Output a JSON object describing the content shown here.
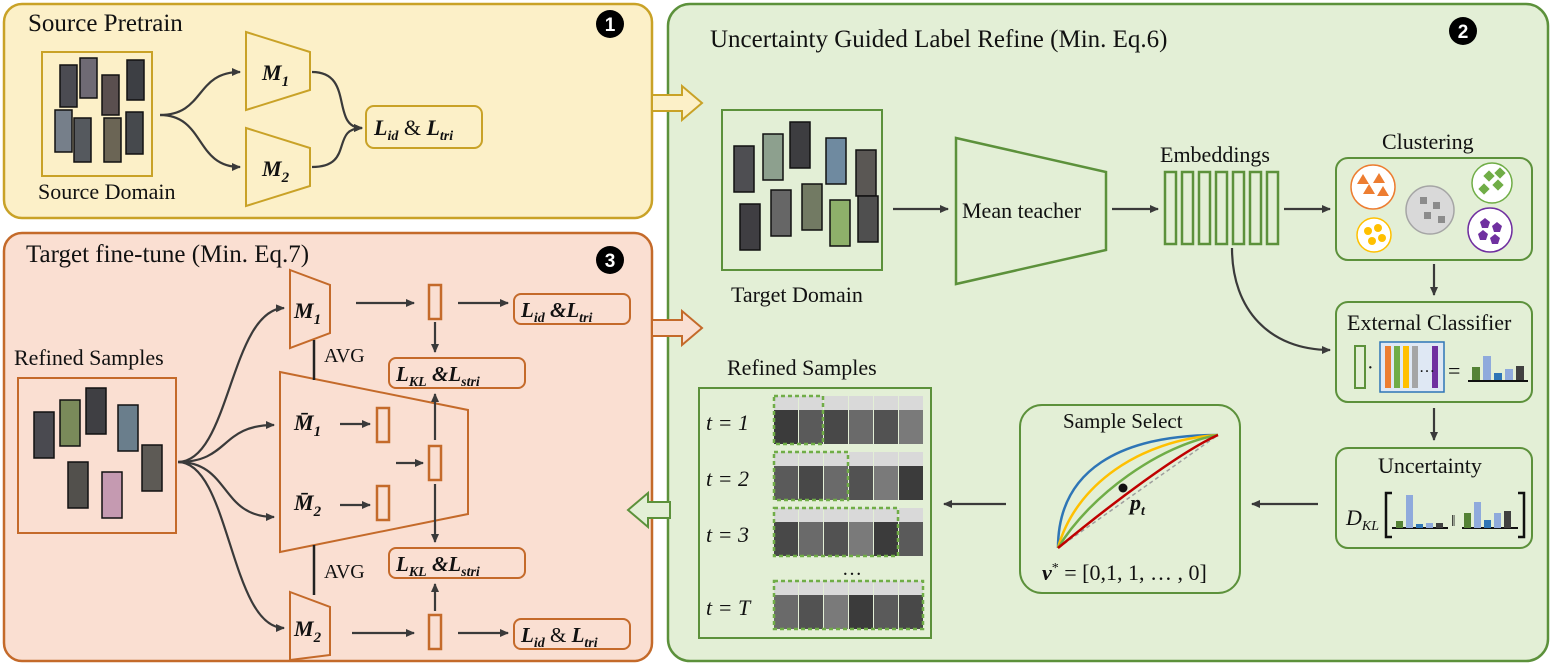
{
  "colors": {
    "stage1_fill": "#fcf0c8",
    "stage1_stroke": "#c9a227",
    "stage2_fill": "#e3efd6",
    "stage2_stroke": "#5c913b",
    "stage3_fill": "#fadfd2",
    "stage3_stroke": "#c46a2a",
    "bar_colors": [
      "#ed7d31",
      "#70ad47",
      "#ffc000",
      "#a5a5a5",
      "#7030a0"
    ],
    "dist_colors": [
      "#548235",
      "#8faadc",
      "#2e75b6",
      "#404040"
    ]
  },
  "stage1": {
    "title": "Source Pretrain",
    "badge": "1",
    "domain_label": "Source Domain",
    "model1": "M",
    "model1_sub": "1",
    "model2": "M",
    "model2_sub": "2",
    "loss_L1": "L",
    "loss_id": "id",
    "loss_amp": "&",
    "loss_L2": "L",
    "loss_tri": "tri"
  },
  "stage2": {
    "title": "Uncertainty Guided Label Refine (Min. Eq.6)",
    "badge": "2",
    "target_domain": "Target Domain",
    "mean_teacher": "Mean teacher",
    "embeddings": "Embeddings",
    "clustering": "Clustering",
    "external_classifier": "External Classifier",
    "uncertainty": "Uncertainty",
    "dkl_D": "D",
    "dkl_sub": "KL",
    "sample_select": "Sample Select",
    "pt_p": "p",
    "pt_sub": "t",
    "vstar": "v",
    "vstar_sup": "*",
    "vstar_value": "= [0,1, 1, … , 0]",
    "refined_samples": "Refined Samples",
    "rows": [
      "t = 1",
      "t = 2",
      "t = 3",
      "t = T"
    ],
    "dots": "…",
    "classifier_dots": "…",
    "equals": "=",
    "dot_op": "·",
    "parallel": "‖"
  },
  "stage3": {
    "title": "Target fine-tune (Min. Eq.7)",
    "badge": "3",
    "refined_samples": "Refined Samples",
    "m1": "M",
    "m1_sub": "1",
    "m2": "M",
    "m2_sub": "2",
    "mbar1": "M̄",
    "mbar1_sub": "1",
    "mbar2": "M̄",
    "mbar2_sub": "2",
    "avg_top": "AVG",
    "avg_bottom": "AVG",
    "loss_top_L1": "L",
    "loss_top_id": "id",
    "loss_top_amp": "&",
    "loss_top_L2": "L",
    "loss_top_tri": "tri",
    "loss_kl_top_L1": "L",
    "loss_kl_top_kl": "KL",
    "loss_kl_top_amp": "&",
    "loss_kl_top_L2": "L",
    "loss_kl_top_stri": "stri",
    "loss_kl_bot_L1": "L",
    "loss_kl_bot_kl": "KL",
    "loss_kl_bot_amp": "&",
    "loss_kl_bot_L2": "L",
    "loss_kl_bot_stri": "stri",
    "loss_bot_L1": "L",
    "loss_bot_id": "id",
    "loss_bot_amp": "&",
    "loss_bot_L2": "L",
    "loss_bot_tri": "tri"
  }
}
